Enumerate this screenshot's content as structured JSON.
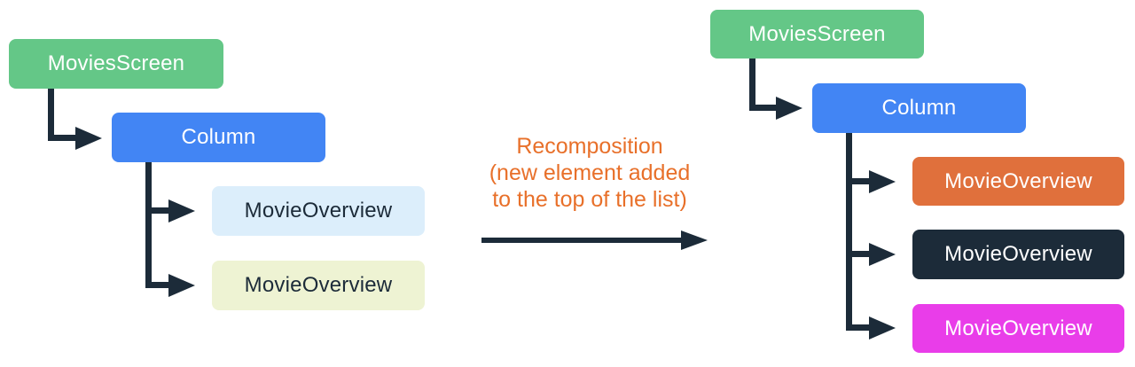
{
  "diagram": {
    "arrow_color": "#1C2B39",
    "transition_label": {
      "color": "#E8702A",
      "lines": [
        "Recomposition",
        "(new element added",
        "to the top of the list)"
      ]
    },
    "left_tree": {
      "root": {
        "label": "MoviesScreen",
        "bg": "#64C787",
        "fg": "#FFFFFF"
      },
      "child": {
        "label": "Column",
        "bg": "#4285F4",
        "fg": "#FFFFFF"
      },
      "leaves": [
        {
          "label": "MovieOverview",
          "bg": "#DCEEFB",
          "fg": "#1C2B39"
        },
        {
          "label": "MovieOverview",
          "bg": "#EEF3D3",
          "fg": "#1C2B39"
        }
      ]
    },
    "right_tree": {
      "root": {
        "label": "MoviesScreen",
        "bg": "#64C787",
        "fg": "#FFFFFF"
      },
      "child": {
        "label": "Column",
        "bg": "#4285F4",
        "fg": "#FFFFFF"
      },
      "leaves": [
        {
          "label": "MovieOverview",
          "bg": "#E0703C",
          "fg": "#FFFFFF"
        },
        {
          "label": "MovieOverview",
          "bg": "#1C2B39",
          "fg": "#FFFFFF"
        },
        {
          "label": "MovieOverview",
          "bg": "#E93DE9",
          "fg": "#FFFFFF"
        }
      ]
    }
  }
}
